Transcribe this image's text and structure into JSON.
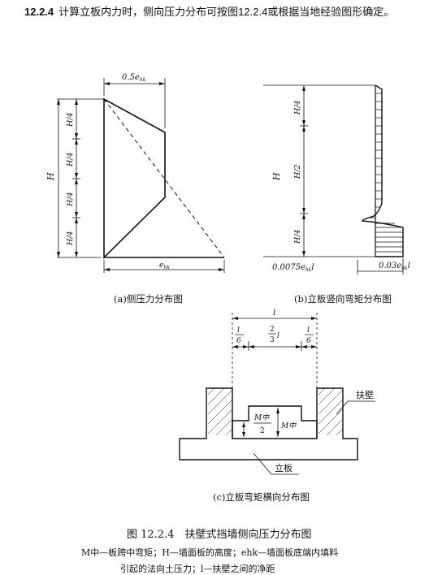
{
  "heading": {
    "number": "12.2.4",
    "text": "计算立板内力时，侧向压力分布可按图12.2.4或根据当地经验图形确定。"
  },
  "figure_a": {
    "top_dim": "0.5e",
    "top_dim_sub": "hk",
    "seg1": "H/4",
    "seg2": "H/4",
    "seg3": "H/4",
    "seg4": "H/4",
    "total": "H",
    "bottom_dim": "e",
    "bottom_dim_sub": "hk",
    "caption": "(a)侧压力分布图"
  },
  "figure_b": {
    "seg1": "H/4",
    "seg2": "H/2",
    "seg3": "H/4",
    "total": "H",
    "left_value": "0.0075e",
    "left_value_sub": "hk",
    "left_value_tail": "l",
    "right_value": "0.03e",
    "right_value_sub": "hk",
    "right_value_tail": "l",
    "caption": "(b)立板竖向弯矩分布图"
  },
  "figure_c": {
    "span": "l",
    "left_frac_num": "l",
    "left_frac_den": "6",
    "mid_frac_num": "2",
    "mid_frac_den": "3",
    "mid_frac_tail": "l",
    "right_frac_num": "l",
    "right_frac_den": "6",
    "moment_num": "M中",
    "moment_den": "2",
    "moment_label": "M中",
    "counterfort_label": "扶壁",
    "panel_label": "立板",
    "caption": "(c)立板弯矩横向分布图"
  },
  "figure_caption": {
    "title": "图 12.2.4　扶壁式挡墙侧向压力分布图",
    "note1": "M中—板跨中弯矩；H—墙面板的高度；ehk—墙面板底端内填料",
    "note2": "引起的法向土压力；l—扶壁之间的净距"
  }
}
